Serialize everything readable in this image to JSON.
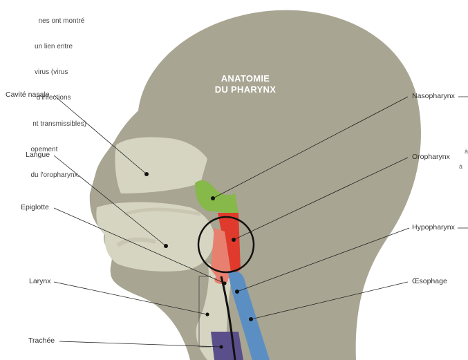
{
  "intro_text_lines": [
    "                    nes ont montré",
    "                  un lien entre",
    "                  virus (virus",
    "                   d'infections",
    "                 nt transmissibles)",
    "                opement",
    "                du l'oropharynx."
  ],
  "title": {
    "line1": "ANATOMIE",
    "line2": "DU PHARYNX"
  },
  "labels_left": {
    "nasal_cavity": "Cavité nasale",
    "tongue": "Langue",
    "epiglottis": "Epiglotte",
    "larynx": "Larynx",
    "trachea": "Trachée"
  },
  "labels_right": {
    "nasopharynx": "Nasopharynx",
    "oropharynx": "Oropharynx",
    "hypopharynx": "Hypopharynx",
    "esophagus": "Œsophage"
  },
  "edge_fragments": {
    "frag1": "à",
    "frag2": "à"
  },
  "colors": {
    "head_dark": "#a8a592",
    "head_light": "#d6d5c2",
    "nasopharynx": "#86b84a",
    "oropharynx": "#e03a2c",
    "hypopharynx_pink": "#e88070",
    "esophagus": "#5b8fc4",
    "trachea": "#5a4f8a"
  }
}
